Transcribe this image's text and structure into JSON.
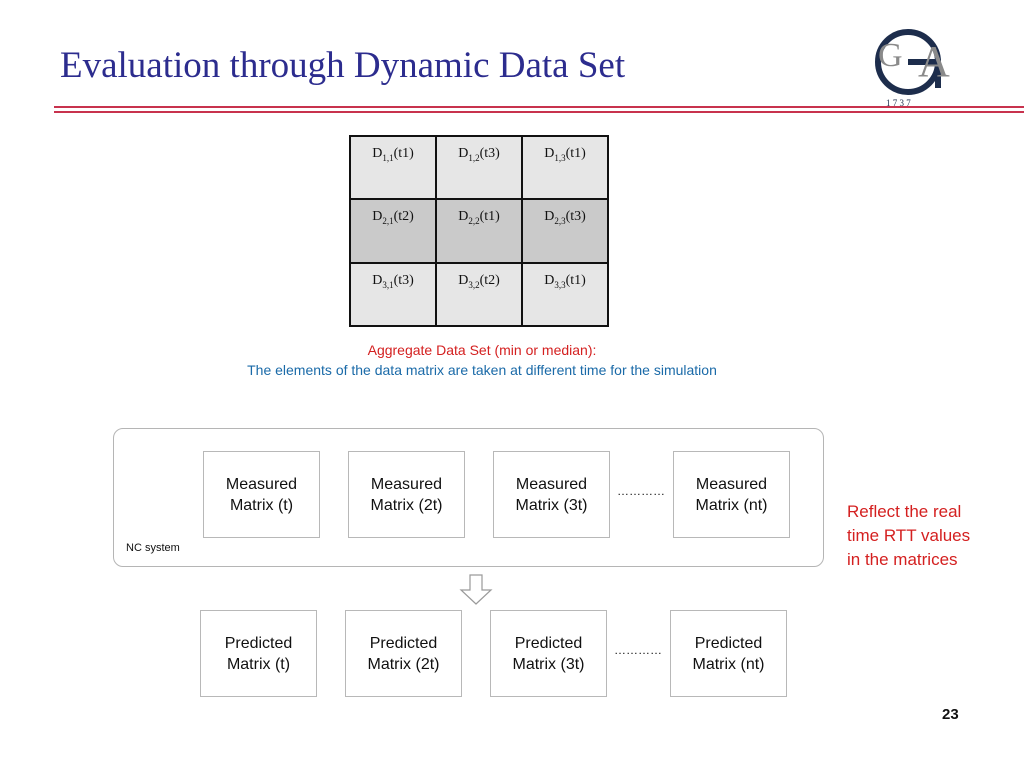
{
  "slide": {
    "title": "Evaluation through Dynamic Data Set",
    "page_number": "23",
    "logo": {
      "letters": [
        "G",
        "A"
      ],
      "year": "1 7 3 7"
    }
  },
  "data_matrix": {
    "rows": [
      [
        {
          "d": "D",
          "sub": "1,1",
          "t": "(t1)"
        },
        {
          "d": "D",
          "sub": "1,2",
          "t": "(t3)"
        },
        {
          "d": "D",
          "sub": "1,3",
          "t": "(t1)"
        }
      ],
      [
        {
          "d": "D",
          "sub": "2,1",
          "t": "(t2)"
        },
        {
          "d": "D",
          "sub": "2,2",
          "t": "(t1)"
        },
        {
          "d": "D",
          "sub": "2,3",
          "t": "(t3)"
        }
      ],
      [
        {
          "d": "D",
          "sub": "3,1",
          "t": "(t3)"
        },
        {
          "d": "D",
          "sub": "3,2",
          "t": "(t2)"
        },
        {
          "d": "D",
          "sub": "3,3",
          "t": "(t1)"
        }
      ]
    ]
  },
  "caption": {
    "line1": "Aggregate Data Set (min or median):",
    "line2": "The elements of the data matrix are taken at different time for the simulation"
  },
  "nc_system": {
    "label": "NC system",
    "measured": [
      {
        "line1": "Measured",
        "line2": "Matrix (t)"
      },
      {
        "line1": "Measured",
        "line2": "Matrix (2t)"
      },
      {
        "line1": "Measured",
        "line2": "Matrix (3t)"
      },
      {
        "line1": "Measured",
        "line2": "Matrix (nt)"
      }
    ],
    "ellipsis": "…………"
  },
  "predicted": {
    "items": [
      {
        "line1": "Predicted",
        "line2": "Matrix (t)"
      },
      {
        "line1": "Predicted",
        "line2": "Matrix (2t)"
      },
      {
        "line1": "Predicted",
        "line2": "Matrix (3t)"
      },
      {
        "line1": "Predicted",
        "line2": "Matrix (nt)"
      }
    ],
    "ellipsis": "…………"
  },
  "side_note": "Reflect the real time RTT values in the matrices",
  "colors": {
    "title": "#2c2c8e",
    "rule": "#c8324e",
    "caption_red": "#d42020",
    "caption_blue": "#1a6aa8",
    "matrix_light": "#e6e6e6",
    "matrix_dark": "#cacaca"
  }
}
